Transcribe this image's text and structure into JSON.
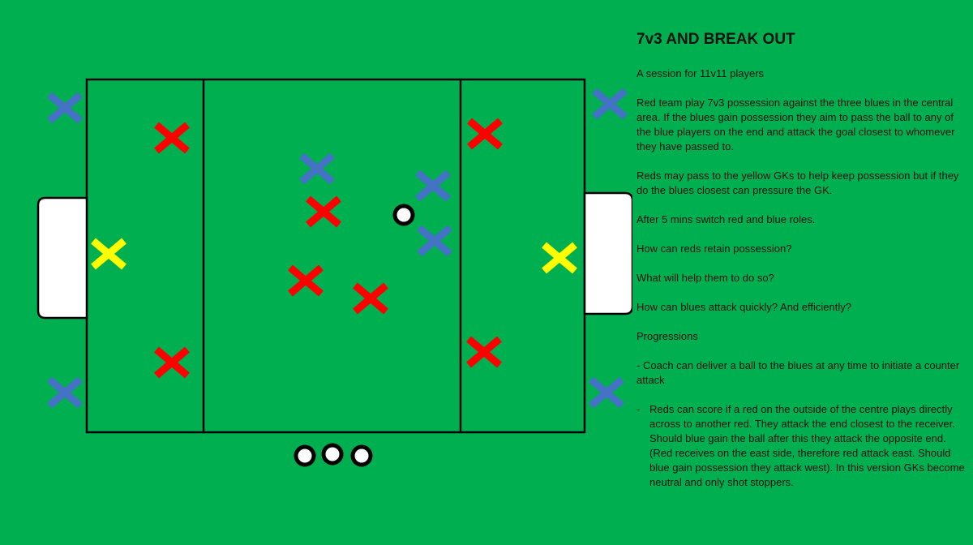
{
  "notes": {
    "title": "7v3 AND BREAK OUT",
    "intro": "A session for 11v11 players",
    "paragraph_1": "Red team play 7v3 possession against the three blues in the central area. If the blues gain possession they aim to pass the ball to any of the blue players on the end and attack the goal closest to whomever they have passed to.",
    "paragraph_2": "Reds may pass to the yellow GKs to help keep possession but if they do the blues closest can pressure the GK.",
    "paragraph_3": "After 5 mins switch red and blue roles.",
    "question_1": "How can reds retain possession?",
    "question_2": "What will help them to do so?",
    "question_3": "How can blues attack quickly? And efficiently?",
    "progressions_heading": "Progressions",
    "progression_1_dash": "-",
    "progression_1": "Coach can deliver a ball to the blues at any time to initiate a counter attack",
    "progression_2_dash": "-",
    "progression_2": "Reds can score if a red on the outside of the centre plays directly across to another red. They attack the end closest to the receiver. Should blue gain the ball after this they attack the opposite end. (Red receives on the east side, therefore red attack east. Should blue gain possession they attack west). In this version GKs become neutral and only shot stoppers."
  },
  "colors": {
    "field": "#00b050",
    "red_team": "#ff0000",
    "blue_team": "#4472c4",
    "goalkeeper": "#ffff00",
    "lines": "#000000",
    "goal": "#ffffff"
  },
  "icons": {
    "player_marker": "cross-icon",
    "ball": "ball-icon"
  }
}
